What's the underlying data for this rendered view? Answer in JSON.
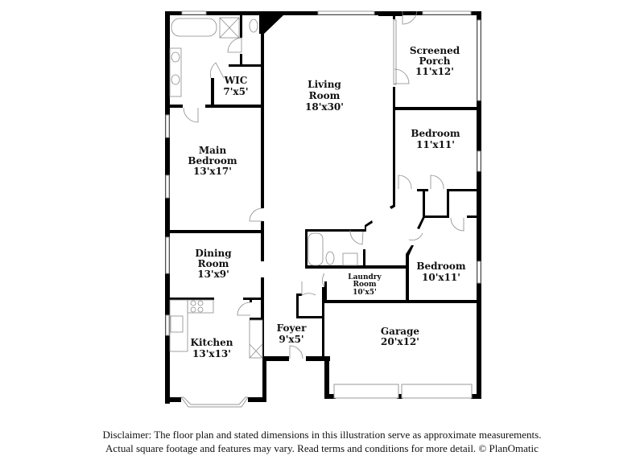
{
  "floorplan": {
    "rooms": [
      {
        "id": "wic",
        "name": "WIC",
        "dims": "7'x5'"
      },
      {
        "id": "living",
        "name_line1": "Living",
        "name_line2": "Room",
        "dims": "18'x30'"
      },
      {
        "id": "porch",
        "name_line1": "Screened",
        "name_line2": "Porch",
        "dims": "11'x12'"
      },
      {
        "id": "main-bedroom",
        "name_line1": "Main",
        "name_line2": "Bedroom",
        "dims": "13'x17'"
      },
      {
        "id": "bedroom-2",
        "name": "Bedroom",
        "dims": "11'x11'"
      },
      {
        "id": "dining",
        "name_line1": "Dining",
        "name_line2": "Room",
        "dims": "13'x9'"
      },
      {
        "id": "laundry",
        "name_line1": "Laundry",
        "name_line2": "Room",
        "dims": "10'x5'"
      },
      {
        "id": "bedroom-3",
        "name": "Bedroom",
        "dims": "10'x11'"
      },
      {
        "id": "foyer",
        "name": "Foyer",
        "dims": "9'x5'"
      },
      {
        "id": "kitchen",
        "name": "Kitchen",
        "dims": "13'x13'"
      },
      {
        "id": "garage",
        "name": "Garage",
        "dims": "20'x12'"
      }
    ]
  },
  "disclaimer": {
    "line1": "Disclaimer: The floor plan and stated dimensions in this illustration serve as approximate measurements.",
    "line2": "Actual square footage and features may vary. Read terms and conditions for more detail. © PlanOmatic"
  }
}
